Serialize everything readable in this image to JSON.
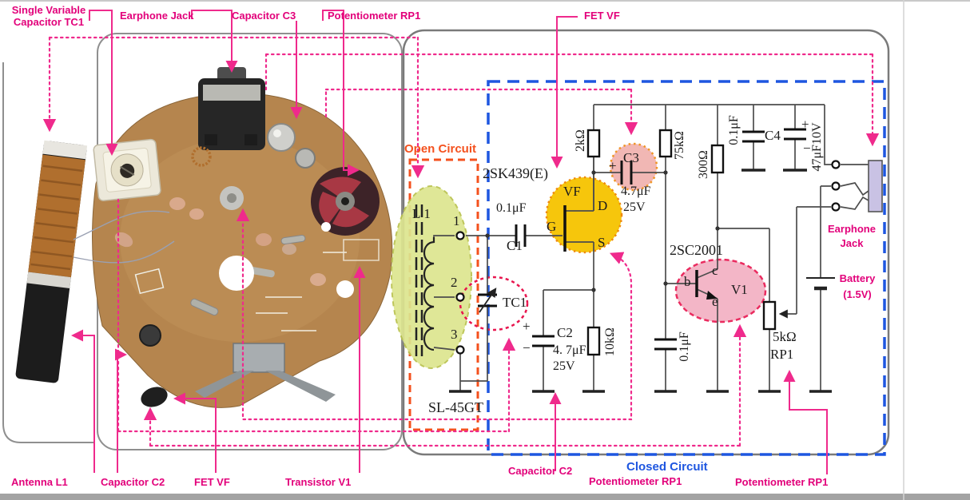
{
  "colors": {
    "label_pink": "#e2007a",
    "line_pink": "#ef2a8c",
    "open_orange": "#f4511e",
    "closed_blue": "#1e56e0",
    "wire_gray": "#4d4d4d",
    "fet_highlight_yellow": "#f6c60c",
    "coil_highlight_green": "#dde58f",
    "transistor_highlight_pink": "#f2afc2",
    "board_brown": "#b5854e"
  },
  "annotations": {
    "top": {
      "tc1": "Single Variable Capacitor TC1",
      "earphone_jack": "Earphone Jack",
      "c3": "Capacitor C3",
      "rp1": "Potentiometer RP1",
      "fet": "FET VF"
    },
    "bottom": {
      "antenna": "Antenna L1",
      "c2_left": "Capacitor C2",
      "fet": "FET VF",
      "v1": "Transistor V1",
      "c2_center": "Capacitor C2",
      "rp1_center": "Potentiometer RP1",
      "rp1_right": "Potentiometer RP1"
    },
    "zones": {
      "open": "Open Circuit",
      "closed": "Closed Circuit"
    }
  },
  "schematic": {
    "parts": {
      "fet": "2SK439(E)",
      "transistor": "2SC2001",
      "board": "SL-45GT"
    },
    "l1": {
      "name": "L1",
      "terminals": [
        "1",
        "2",
        "3"
      ]
    },
    "tc1": {
      "name": "TC1"
    },
    "c1": {
      "name": "C1",
      "value": "0.1μF"
    },
    "c2": {
      "name": "C2",
      "value": "4. 7μF",
      "voltage": "25V",
      "plus": "+",
      "minus": "−"
    },
    "c3": {
      "name": "C3",
      "value": "4.7μF",
      "voltage": "25V",
      "plus": "+"
    },
    "c4": {
      "name": "C4",
      "value": "47μF10V",
      "plus": "+",
      "minus": "−"
    },
    "c_bypass_top": {
      "value": "0.1μF"
    },
    "c_emitter": {
      "value": "0.1μF"
    },
    "r_2k": {
      "value": "2kΩ"
    },
    "r_75k": {
      "value": "75kΩ"
    },
    "r_300": {
      "value": "300Ω"
    },
    "r_10k": {
      "value": "10kΩ"
    },
    "rp1": {
      "value": "5kΩ",
      "name": "RP1"
    },
    "fet": {
      "name": "VF",
      "gate": "G",
      "drain": "D",
      "source": "S"
    },
    "v1": {
      "name": "V1",
      "base": "b",
      "collector": "c",
      "emitter": "e"
    },
    "jack": {
      "line1": "Earphone",
      "line2": "Jack"
    },
    "battery": {
      "label": "Battery",
      "voltage": "(1.5V)"
    }
  }
}
